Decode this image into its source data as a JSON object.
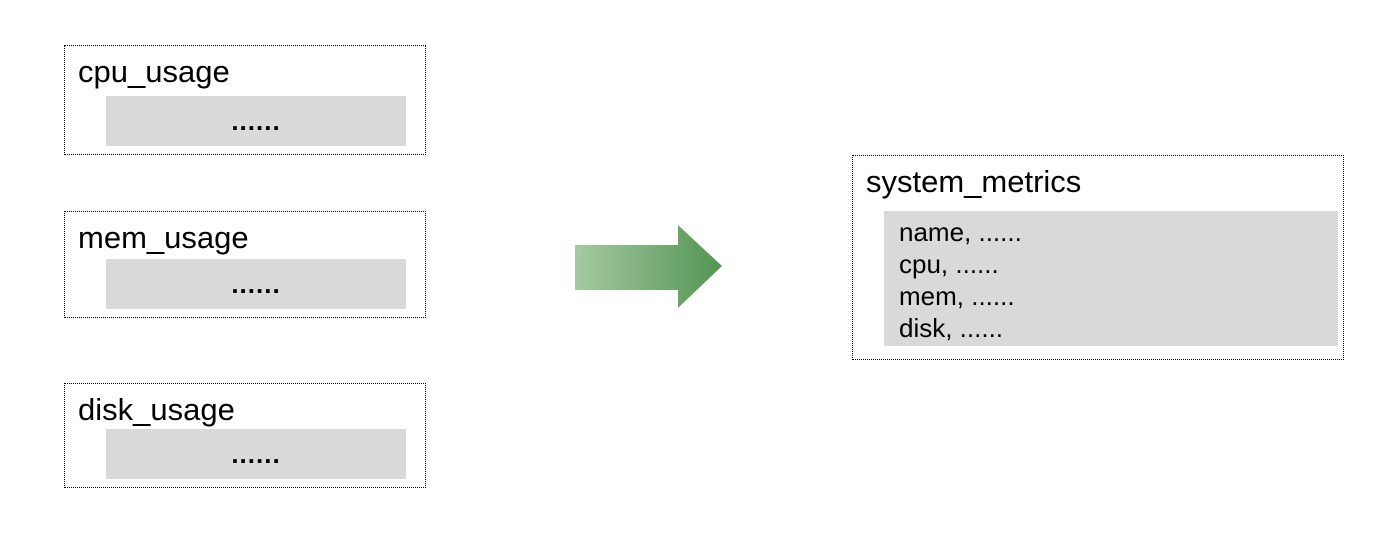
{
  "diagram": {
    "source_tables": [
      {
        "name": "cpu_usage",
        "rows": "......"
      },
      {
        "name": "mem_usage",
        "rows": "......"
      },
      {
        "name": "disk_usage",
        "rows": "......"
      }
    ],
    "target_table": {
      "name": "system_metrics",
      "columns": [
        "name, ......",
        "cpu, ......",
        "mem, ......",
        "disk, ......"
      ]
    },
    "colors": {
      "row_fill": "#d9d9d9",
      "border": "#000000",
      "arrow_start": "#a6c9a3",
      "arrow_end": "#539552"
    }
  }
}
